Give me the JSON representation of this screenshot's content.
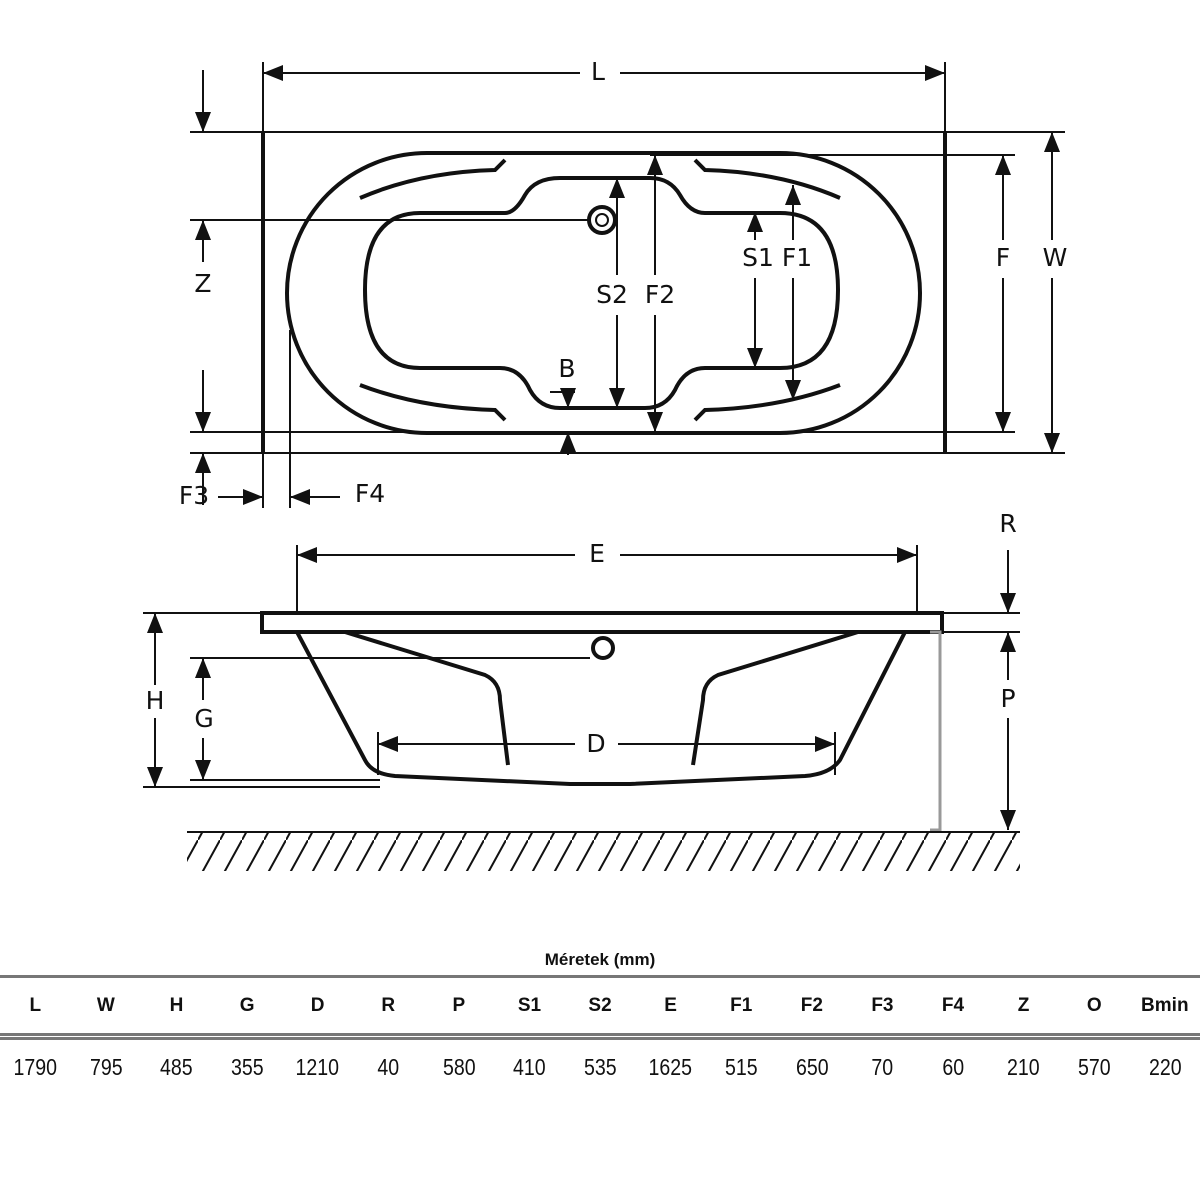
{
  "labels": {
    "L": "L",
    "W": "W",
    "F": "F",
    "Z": "Z",
    "S1": "S1",
    "F1": "F1",
    "S2": "S2",
    "F2": "F2",
    "B": "B",
    "F3": "F3",
    "F4": "F4",
    "E": "E",
    "R": "R",
    "P": "P",
    "H": "H",
    "G": "G",
    "D": "D"
  },
  "table": {
    "title": "Méretek (mm)",
    "headers": [
      "L",
      "W",
      "H",
      "G",
      "D",
      "R",
      "P",
      "S1",
      "S2",
      "E",
      "F1",
      "F2",
      "F3",
      "F4",
      "Z",
      "O",
      "Bmin"
    ],
    "values": [
      "1790",
      "795",
      "485",
      "355",
      "1210",
      "40",
      "580",
      "410",
      "535",
      "1625",
      "515",
      "650",
      "70",
      "60",
      "210",
      "570",
      "220"
    ]
  }
}
